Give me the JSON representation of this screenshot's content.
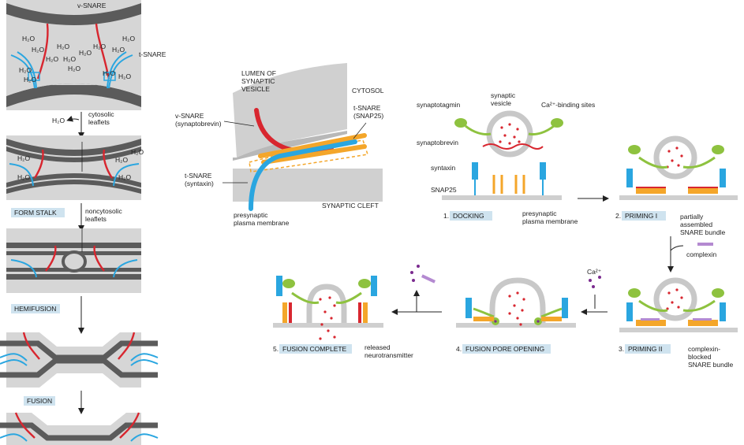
{
  "left_panel": {
    "v_snare": "v-SNARE",
    "t_snare": "t-SNARE",
    "water": "H₂O",
    "cytosolic_leaflets": "cytosolic\nleaflets",
    "noncytosolic_leaflets": "noncytosolic\nleaflets",
    "stages": [
      "FORM STALK",
      "HEMIFUSION",
      "FUSION"
    ]
  },
  "center_panel": {
    "lumen": "LUMEN OF\nSYNAPTIC\nVESICLE",
    "cytosol": "CYTOSOL",
    "v_snare": "v-SNARE\n(synaptobrevin)",
    "t_snare_snap": "t-SNARE\n(SNAP25)",
    "t_snare_syntaxin": "t-SNARE\n(syntaxin)",
    "synaptic_cleft": "SYNAPTIC CLEFT",
    "presynaptic": "presynaptic\nplasma membrane"
  },
  "right_panel": {
    "synaptotagmin": "synaptotagmin",
    "synaptic_vesicle": "synaptic\nvesicle",
    "ca_binding": "Ca²⁺-binding sites",
    "synaptobrevin": "synaptobrevin",
    "syntaxin": "syntaxin",
    "snap25": "SNAP25",
    "presynaptic": "presynaptic\nplasma membrane",
    "partially_assembled": "partially\nassembled\nSNARE bundle",
    "complexin": "complexin",
    "complexin_blocked": "complexin-\nblocked\nSNARE bundle",
    "ca2": "Ca²⁺",
    "released": "released\nneurotransmitter",
    "stages": [
      {
        "num": "1.",
        "label": "DOCKING"
      },
      {
        "num": "2.",
        "label": "PRIMING I"
      },
      {
        "num": "3.",
        "label": "PRIMING II"
      },
      {
        "num": "4.",
        "label": "FUSION PORE OPENING"
      },
      {
        "num": "5.",
        "label": "FUSION COMPLETE"
      }
    ]
  },
  "colors": {
    "membrane_dark": "#555555",
    "membrane_fill": "#d0d0d0",
    "snare_red": "#d8262f",
    "snare_blue": "#2aa6e0",
    "snare_orange": "#f4a62a",
    "synaptotagmin_green": "#8ec23f",
    "complexin_purple": "#b48ad1",
    "stage_box": "#cfe3ef"
  }
}
